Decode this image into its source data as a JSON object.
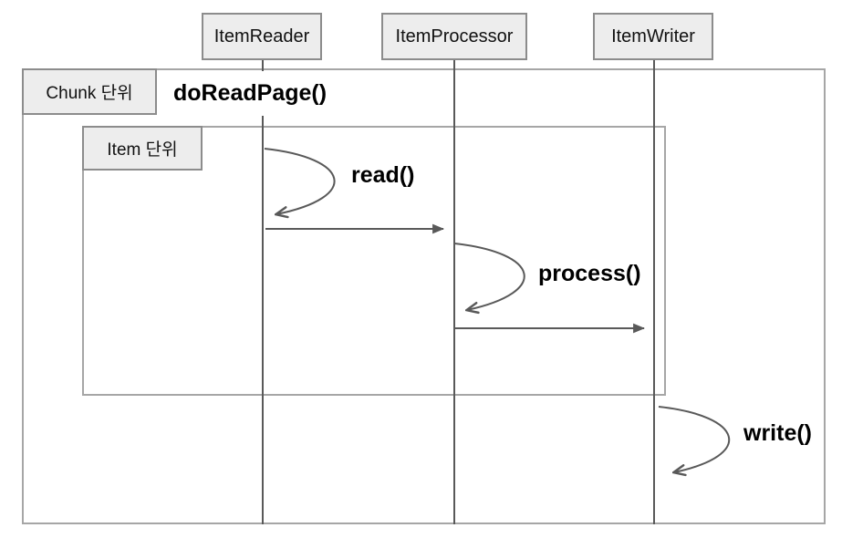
{
  "diagram": {
    "type": "sequence-diagram",
    "actors": [
      {
        "id": "item-reader",
        "label": "ItemReader"
      },
      {
        "id": "item-processor",
        "label": "ItemProcessor"
      },
      {
        "id": "item-writer",
        "label": "ItemWriter"
      }
    ],
    "frames": [
      {
        "id": "chunk-frame",
        "label": "Chunk 단위"
      },
      {
        "id": "item-frame",
        "label": "Item 단위"
      }
    ],
    "messages": [
      {
        "id": "do-read-page",
        "label": "doReadPage()",
        "kind": "operation-label",
        "actor": "ItemReader"
      },
      {
        "id": "read",
        "label": "read()",
        "kind": "self-call",
        "actor": "ItemReader"
      },
      {
        "id": "reader-to-processor",
        "label": "",
        "kind": "arrow",
        "from": "ItemReader",
        "to": "ItemProcessor"
      },
      {
        "id": "process",
        "label": "process()",
        "kind": "self-call",
        "actor": "ItemProcessor"
      },
      {
        "id": "processor-to-writer",
        "label": "",
        "kind": "arrow",
        "from": "ItemProcessor",
        "to": "ItemWriter"
      },
      {
        "id": "write",
        "label": "write()",
        "kind": "self-call",
        "actor": "ItemWriter"
      }
    ],
    "colors": {
      "background": "#ffffff",
      "box_fill": "#ededed",
      "box_border": "#8c8c8c",
      "frame_border": "#a6a6a6",
      "line": "#595959",
      "text": "#000000"
    }
  }
}
